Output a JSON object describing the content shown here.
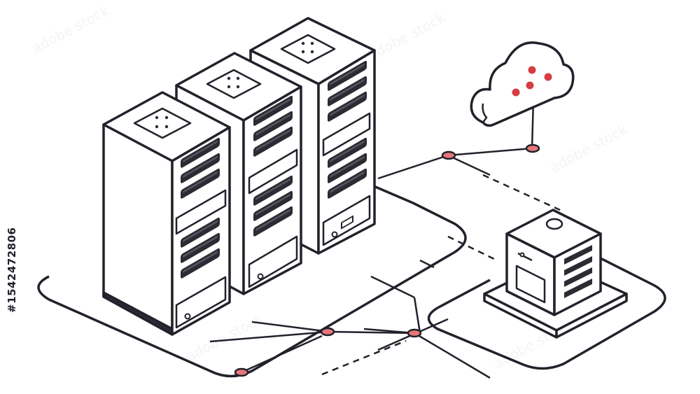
{
  "watermark": {
    "text": "adobe stock",
    "asset_id": "#1542472806"
  },
  "colors": {
    "outline": "#22222c",
    "fill": "#ffffff",
    "accent_node": "#e7777a",
    "cloud_dot": "#d63c43",
    "vent_dark": "#2b2b33",
    "slot_fill": "#e9e9ee"
  },
  "scene": {
    "subject": "isometric server racks connected to cloud and storage unit",
    "icons": [
      "server-rack-icon",
      "cloud-icon",
      "storage-box-icon",
      "network-node-icon"
    ]
  }
}
